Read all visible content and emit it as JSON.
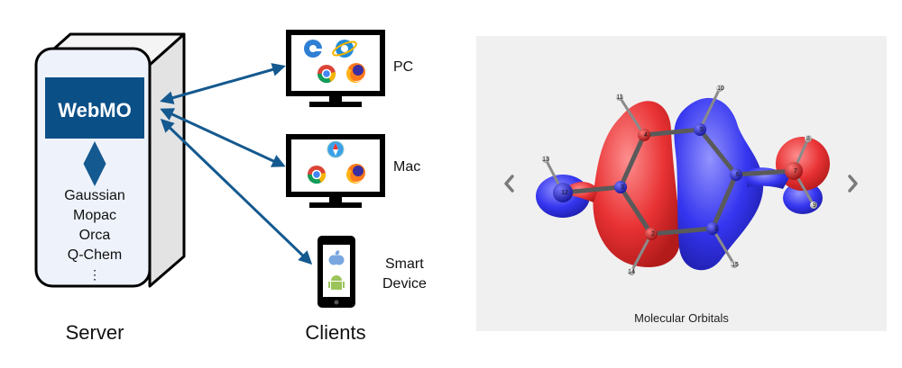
{
  "server": {
    "app_name": "WebMO",
    "engines": [
      "Gaussian",
      "Mopac",
      "Orca",
      "Q-Chem"
    ],
    "more": "⋮",
    "caption": "Server"
  },
  "clients": {
    "caption": "Clients",
    "pc_label": "PC",
    "mac_label": "Mac",
    "smart_label_line1": "Smart",
    "smart_label_line2": "Device"
  },
  "carousel": {
    "caption": "Molecular Orbitals",
    "atom_labels": [
      "1",
      "2",
      "3",
      "4",
      "5",
      "6",
      "7",
      "8",
      "9",
      "10",
      "11",
      "12",
      "13",
      "14",
      "15"
    ]
  },
  "colors": {
    "brand_blue": "#0b4f87",
    "arrow_blue": "#14598f",
    "orbital_red": "#e8282a",
    "orbital_blue": "#2b2bf0",
    "panel_bg": "#f0f0f0"
  }
}
